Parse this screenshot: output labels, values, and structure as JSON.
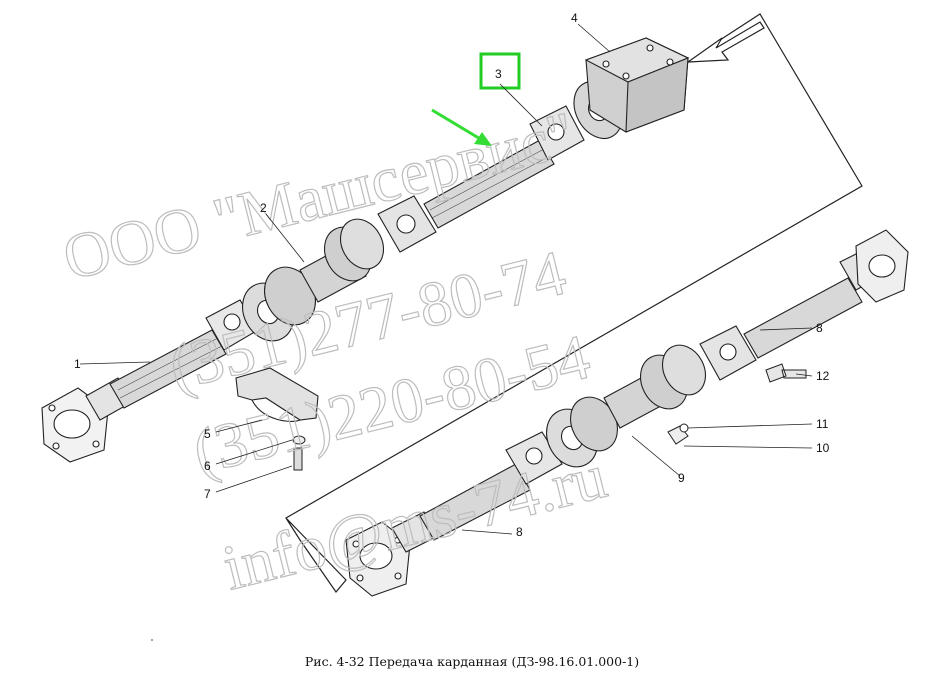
{
  "callouts": {
    "c1": "1",
    "c2": "2",
    "c3": "3",
    "c4": "4",
    "c5": "5",
    "c6": "6",
    "c7": "7",
    "c8a": "8",
    "c8b": "8",
    "c9": "9",
    "c10": "10",
    "c11": "11",
    "c12": "12"
  },
  "watermark": {
    "line1": "ООО \"Машсервис\"",
    "line2": "(351)277-80-74",
    "line3": "(351)220-80-54",
    "line4": "info@ms-74.ru"
  },
  "caption": "Рис. 4-32 Передача карданная (ДЗ-98.16.01.000-1)",
  "colors": {
    "highlight_box": "#22cc22",
    "arrow": "#33dd33",
    "line": "#222222",
    "watermark": "#bdbdbd"
  }
}
